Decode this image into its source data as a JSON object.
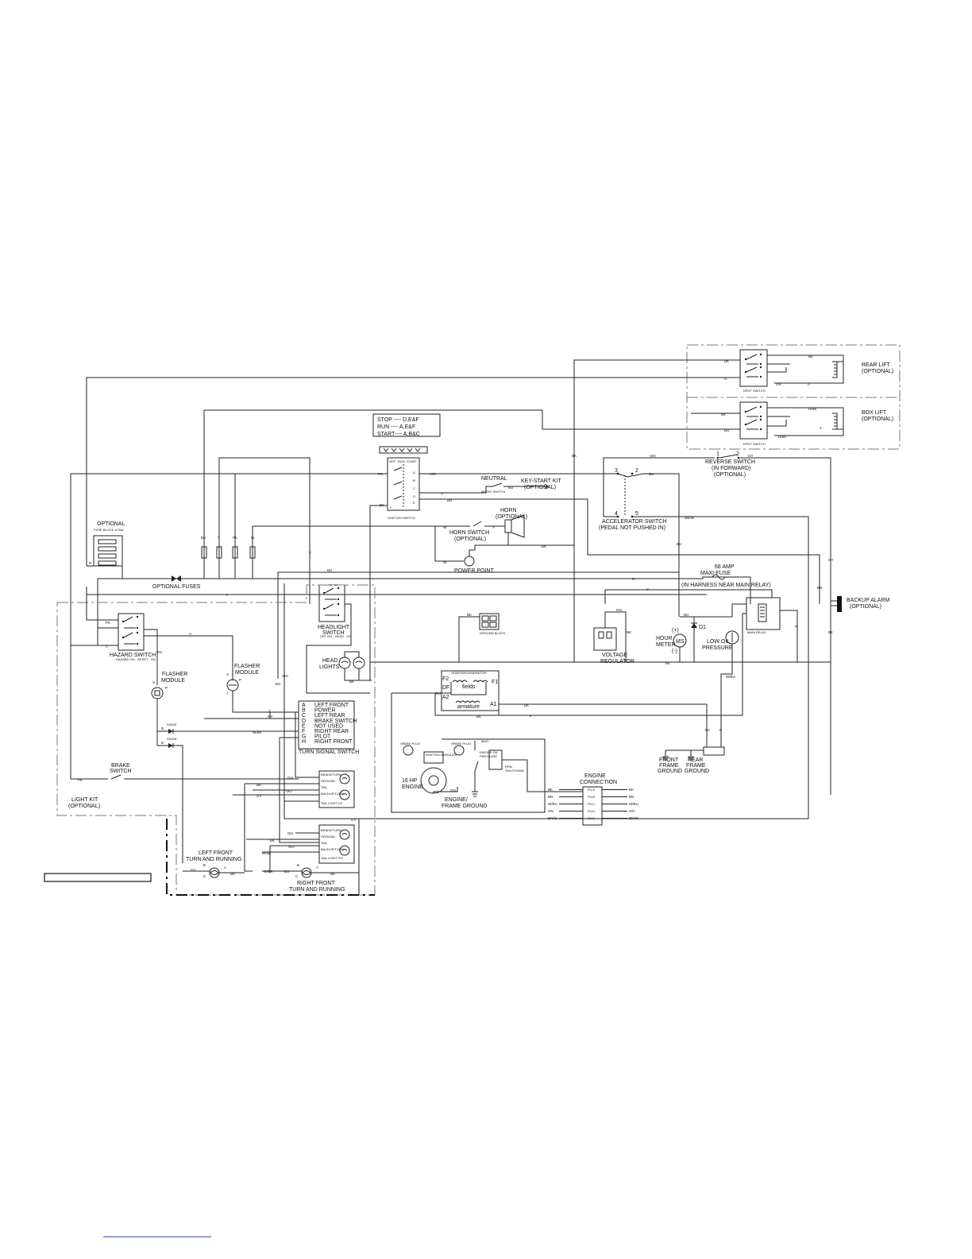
{
  "labels": {
    "rear_lift": "REAR LIFT",
    "rear_lift_opt": "(OPTIONAL)",
    "box_lift": "BOX LIFT",
    "box_lift_opt": "(OPTIONAL)",
    "dpdt1": "DPDT SWITCH",
    "dpdt2": "DPDT SWITCH",
    "stop_line": "STOP ---- D,E&F",
    "run_line": "RUN  ---- A,E&F",
    "start_line": "START---- A,B&C",
    "ign_off": "OFF",
    "ign_run": "RUN",
    "ign_start": "START",
    "ignition_switch": "IGNITION SWITCH",
    "neutral": "NEUTRAL",
    "micro_switch": "MICRO SWITCH",
    "key_start_kit": "KEY-START KIT",
    "key_start_opt": "(OPTIONAL)",
    "reverse_switch": "REVERSE SWITCH",
    "in_forward": "(IN FORWARD)",
    "reverse_opt": "(OPTIONAL)",
    "horn": "HORN",
    "horn_opt": "(OPTIONAL)",
    "horn_switch": "HORN SWITCH",
    "horn_switch_opt": "(OPTIONAL)",
    "accel_switch": "ACCELERATOR SWITCH",
    "pedal_note": "(PEDAL NOT PUSHED IN)",
    "optional": "OPTIONAL",
    "fuse_block": "FUSE BLOCK & RAY",
    "power_point": "POWER POINT",
    "optional_fuses": "OPTIONAL FUSES",
    "amp_68": "68 AMP",
    "maxi_fuse": "MAXI-FUSE",
    "harness_note": "(IN HARNESS NEAR MAIN RELAY)",
    "backup_alarm": "BACKUP ALARM",
    "backup_opt": "(OPTIONAL)",
    "headlight_switch_1": "HEADLIGHT",
    "headlight_switch_2": "SWITCH",
    "headlight_modes": "OFF ON - HEAD - ON",
    "hazard_switch": "HAZARD SWITCH",
    "hazard_modes": "HAZARD ON - RESET - ON",
    "ground_block": "GROUND BLOCK",
    "voltage_reg_1": "VOLTAGE",
    "voltage_reg_2": "REGULATOR",
    "hour_1": "HOUR",
    "hour_2": "METER",
    "low_oil_1": "LOW OIL",
    "low_oil_2": "PRESSURE",
    "main_relay": "MAIN RELAY",
    "flasher_1": "FLASHER",
    "flasher_2": "MODULE",
    "head_1": "HEAD",
    "head_2": "LIGHTS",
    "starter_gen": "STARTER/GENERATOR",
    "fields": "fields",
    "armature": "armature",
    "light_kit": "LIGHT KIT",
    "light_kit_opt": "(OPTIONAL)",
    "brake_1": "BRAKE",
    "brake_2": "SWITCH",
    "ts_title": "TURN SIGNAL SWITCH",
    "spark_plug_l": "SPARK PLUG",
    "spark_plug_r": "SPARK PLUG",
    "ignition_modules": "IGNITION MODULES",
    "engine_16_1": "16 HP",
    "engine_16_2": "ENGINE",
    "eng_oil_1": "ENGINE OIL",
    "eng_oil_2": "PRESSURE",
    "rpm_1": "RPM",
    "rpm_2": "SHUTDOWN",
    "mag": "MAG",
    "engine_gnd_1": "ENGINE/",
    "engine_gnd_2": "FRAME GROUND",
    "engine_conn_1": "ENGINE",
    "engine_conn_2": "CONNECTION",
    "front_frame_1": "FRONT",
    "front_frame_2": "FRAME",
    "front_frame_3": "GROUND",
    "rear_frame_1": "REAR",
    "rear_frame_2": "FRAME",
    "rear_frame_3": "GROUND",
    "left_front_1": "LEFT FRONT",
    "left_front_2": "TURN AND RUNNING",
    "right_front_1": "RIGHT FRONT",
    "right_front_2": "TURN AND RUNNING",
    "tail_light_lh": "TAIL LIGHT LH",
    "tail_light_rh": "TAIL LIGHT RH",
    "d1": "D1",
    "ms": "MS",
    "plus": "(+)",
    "minus": "(-)",
    "f1": "F1",
    "f2": "F2",
    "df": "DF",
    "a1": "A1",
    "a2": "A2"
  },
  "turn_signal": [
    {
      "pin": "A",
      "label": "LEFT FRONT"
    },
    {
      "pin": "B",
      "label": "POWER"
    },
    {
      "pin": "C",
      "label": "LEFT REAR"
    },
    {
      "pin": "D",
      "label": "BRAKE SWITCH"
    },
    {
      "pin": "E",
      "label": "NOT USED"
    },
    {
      "pin": "F",
      "label": "RIGHT REAR"
    },
    {
      "pin": "G",
      "label": "PILOT"
    },
    {
      "pin": "H",
      "label": "RIGHT FRONT"
    }
  ],
  "tail_pins": [
    "BRAKE/TURN",
    "GROUND",
    "TAIL",
    "BACKUP/TURN"
  ],
  "engine_rows": [
    {
      "left": "BK",
      "pin": "P3-A",
      "right": "BK"
    },
    {
      "left": "BN",
      "pin": "P3-B",
      "right": "BN"
    },
    {
      "left": "W/BU",
      "pin": "P3-C",
      "right": "W/BU"
    },
    {
      "left": "GN",
      "pin": "P3-D",
      "right": "GN"
    },
    {
      "left": "BN/W",
      "pin": "P3-E",
      "right": "BN/W"
    }
  ],
  "fuse_colors": [
    "BU",
    "Y",
    "PK",
    "W"
  ],
  "wire_codes": {
    "bk": "BK",
    "r": "R",
    "y": "Y",
    "gn": "GN",
    "bu": "BU",
    "pk": "PK",
    "w": "W",
    "vo": "VIO",
    "gy": "GY",
    "bn": "BN",
    "bnw": "BN/W",
    "wbu": "W/BU",
    "wbk": "W/BK",
    "rbk": "R/BK",
    "or": "OR",
    "a": "A",
    "s": "S"
  },
  "pin_numbers": {
    "p1": "1",
    "p2": "2",
    "p3": "3",
    "p4": "4",
    "p5": "5"
  },
  "flasher_pins": {
    "x": "X",
    "p": "P",
    "i": "I"
  },
  "lamp_pins": {
    "a": "A",
    "b": "B",
    "c": "C"
  },
  "ign_pins": [
    "A",
    "B",
    "C",
    "D",
    "E",
    "F"
  ],
  "relay_pins": [
    "1",
    "2",
    "3",
    "4"
  ],
  "diode_tags": [
    "DIODE",
    "DIODE"
  ]
}
